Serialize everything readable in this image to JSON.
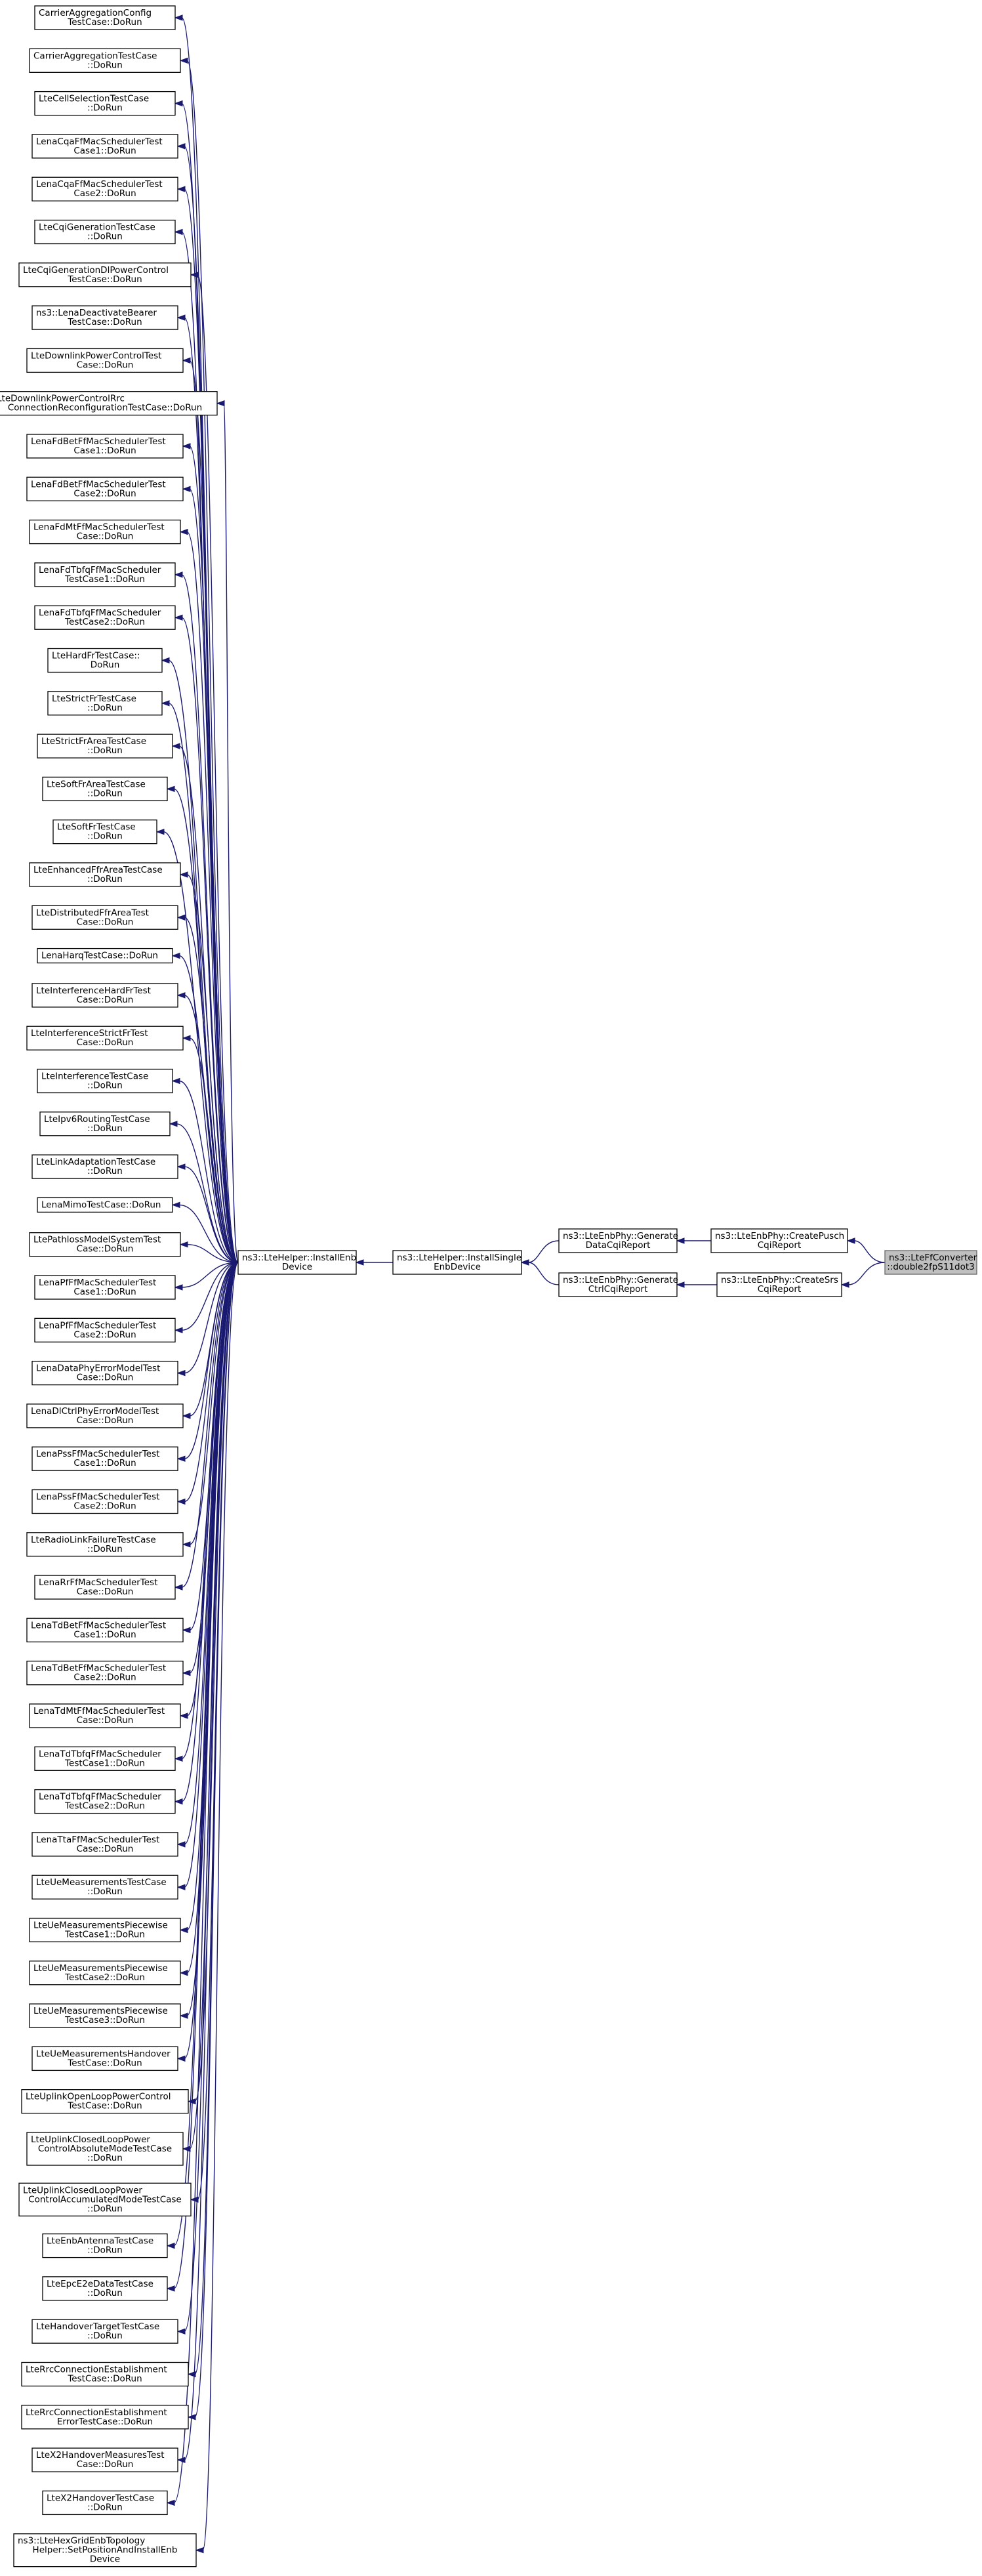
{
  "graph": {
    "root": {
      "id": "root",
      "lines": [
        "ns3::LteFfConverter",
        "::double2fpS11dot3"
      ]
    },
    "level1": [
      {
        "id": "pusch",
        "lines": [
          "ns3::LteEnbPhy::CreatePusch",
          "CqiReport"
        ]
      },
      {
        "id": "srs",
        "lines": [
          "ns3::LteEnbPhy::CreateSrs",
          "CqiReport"
        ]
      }
    ],
    "level2": [
      {
        "id": "gendata",
        "lines": [
          "ns3::LteEnbPhy::Generate",
          "DataCqiReport"
        ]
      },
      {
        "id": "genctrl",
        "lines": [
          "ns3::LteEnbPhy::Generate",
          "CtrlCqiReport"
        ]
      }
    ],
    "level3": {
      "id": "single",
      "lines": [
        "ns3::LteHelper::InstallSingle",
        "EnbDevice"
      ]
    },
    "level4": {
      "id": "install",
      "lines": [
        "ns3::LteHelper::InstallEnb",
        "Device"
      ]
    },
    "callers": [
      [
        "CarrierAggregationConfig",
        "TestCase::DoRun"
      ],
      [
        "CarrierAggregationTestCase",
        "::DoRun"
      ],
      [
        "LteCellSelectionTestCase",
        "::DoRun"
      ],
      [
        "LenaCqaFfMacSchedulerTest",
        "Case1::DoRun"
      ],
      [
        "LenaCqaFfMacSchedulerTest",
        "Case2::DoRun"
      ],
      [
        "LteCqiGenerationTestCase",
        "::DoRun"
      ],
      [
        "LteCqiGenerationDlPowerControl",
        "TestCase::DoRun"
      ],
      [
        "ns3::LenaDeactivateBearer",
        "TestCase::DoRun"
      ],
      [
        "LteDownlinkPowerControlTest",
        "Case::DoRun"
      ],
      [
        "LteDownlinkPowerControlRrc",
        "ConnectionReconfigurationTestCase::DoRun"
      ],
      [
        "LenaFdBetFfMacSchedulerTest",
        "Case1::DoRun"
      ],
      [
        "LenaFdBetFfMacSchedulerTest",
        "Case2::DoRun"
      ],
      [
        "LenaFdMtFfMacSchedulerTest",
        "Case::DoRun"
      ],
      [
        "LenaFdTbfqFfMacScheduler",
        "TestCase1::DoRun"
      ],
      [
        "LenaFdTbfqFfMacScheduler",
        "TestCase2::DoRun"
      ],
      [
        "LteHardFrTestCase::",
        "DoRun"
      ],
      [
        "LteStrictFrTestCase",
        "::DoRun"
      ],
      [
        "LteStrictFrAreaTestCase",
        "::DoRun"
      ],
      [
        "LteSoftFrAreaTestCase",
        "::DoRun"
      ],
      [
        "LteSoftFrTestCase",
        "::DoRun"
      ],
      [
        "LteEnhancedFfrAreaTestCase",
        "::DoRun"
      ],
      [
        "LteDistributedFfrAreaTest",
        "Case::DoRun"
      ],
      [
        "LenaHarqTestCase::DoRun"
      ],
      [
        "LteInterferenceHardFrTest",
        "Case::DoRun"
      ],
      [
        "LteInterferenceStrictFrTest",
        "Case::DoRun"
      ],
      [
        "LteInterferenceTestCase",
        "::DoRun"
      ],
      [
        "LteIpv6RoutingTestCase",
        "::DoRun"
      ],
      [
        "LteLinkAdaptationTestCase",
        "::DoRun"
      ],
      [
        "LenaMimoTestCase::DoRun"
      ],
      [
        "LtePathlossModelSystemTest",
        "Case::DoRun"
      ],
      [
        "LenaPfFfMacSchedulerTest",
        "Case1::DoRun"
      ],
      [
        "LenaPfFfMacSchedulerTest",
        "Case2::DoRun"
      ],
      [
        "LenaDataPhyErrorModelTest",
        "Case::DoRun"
      ],
      [
        "LenaDlCtrlPhyErrorModelTest",
        "Case::DoRun"
      ],
      [
        "LenaPssFfMacSchedulerTest",
        "Case1::DoRun"
      ],
      [
        "LenaPssFfMacSchedulerTest",
        "Case2::DoRun"
      ],
      [
        "LteRadioLinkFailureTestCase",
        "::DoRun"
      ],
      [
        "LenaRrFfMacSchedulerTest",
        "Case::DoRun"
      ],
      [
        "LenaTdBetFfMacSchedulerTest",
        "Case1::DoRun"
      ],
      [
        "LenaTdBetFfMacSchedulerTest",
        "Case2::DoRun"
      ],
      [
        "LenaTdMtFfMacSchedulerTest",
        "Case::DoRun"
      ],
      [
        "LenaTdTbfqFfMacScheduler",
        "TestCase1::DoRun"
      ],
      [
        "LenaTdTbfqFfMacScheduler",
        "TestCase2::DoRun"
      ],
      [
        "LenaTtaFfMacSchedulerTest",
        "Case::DoRun"
      ],
      [
        "LteUeMeasurementsTestCase",
        "::DoRun"
      ],
      [
        "LteUeMeasurementsPiecewise",
        "TestCase1::DoRun"
      ],
      [
        "LteUeMeasurementsPiecewise",
        "TestCase2::DoRun"
      ],
      [
        "LteUeMeasurementsPiecewise",
        "TestCase3::DoRun"
      ],
      [
        "LteUeMeasurementsHandover",
        "TestCase::DoRun"
      ],
      [
        "LteUplinkOpenLoopPowerControl",
        "TestCase::DoRun"
      ],
      [
        "LteUplinkClosedLoopPower",
        "ControlAbsoluteModeTestCase",
        "::DoRun"
      ],
      [
        "LteUplinkClosedLoopPower",
        "ControlAccumulatedModeTestCase",
        "::DoRun"
      ],
      [
        "LteEnbAntennaTestCase",
        "::DoRun"
      ],
      [
        "LteEpcE2eDataTestCase",
        "::DoRun"
      ],
      [
        "LteHandoverTargetTestCase",
        "::DoRun"
      ],
      [
        "LteRrcConnectionEstablishment",
        "TestCase::DoRun"
      ],
      [
        "LteRrcConnectionEstablishment",
        "ErrorTestCase::DoRun"
      ],
      [
        "LteX2HandoverMeasuresTest",
        "Case::DoRun"
      ],
      [
        "LteX2HandoverTestCase",
        "::DoRun"
      ],
      [
        "ns3::LteHexGridEnbTopology",
        "Helper::SetPositionAndInstallEnb",
        "Device"
      ]
    ]
  }
}
